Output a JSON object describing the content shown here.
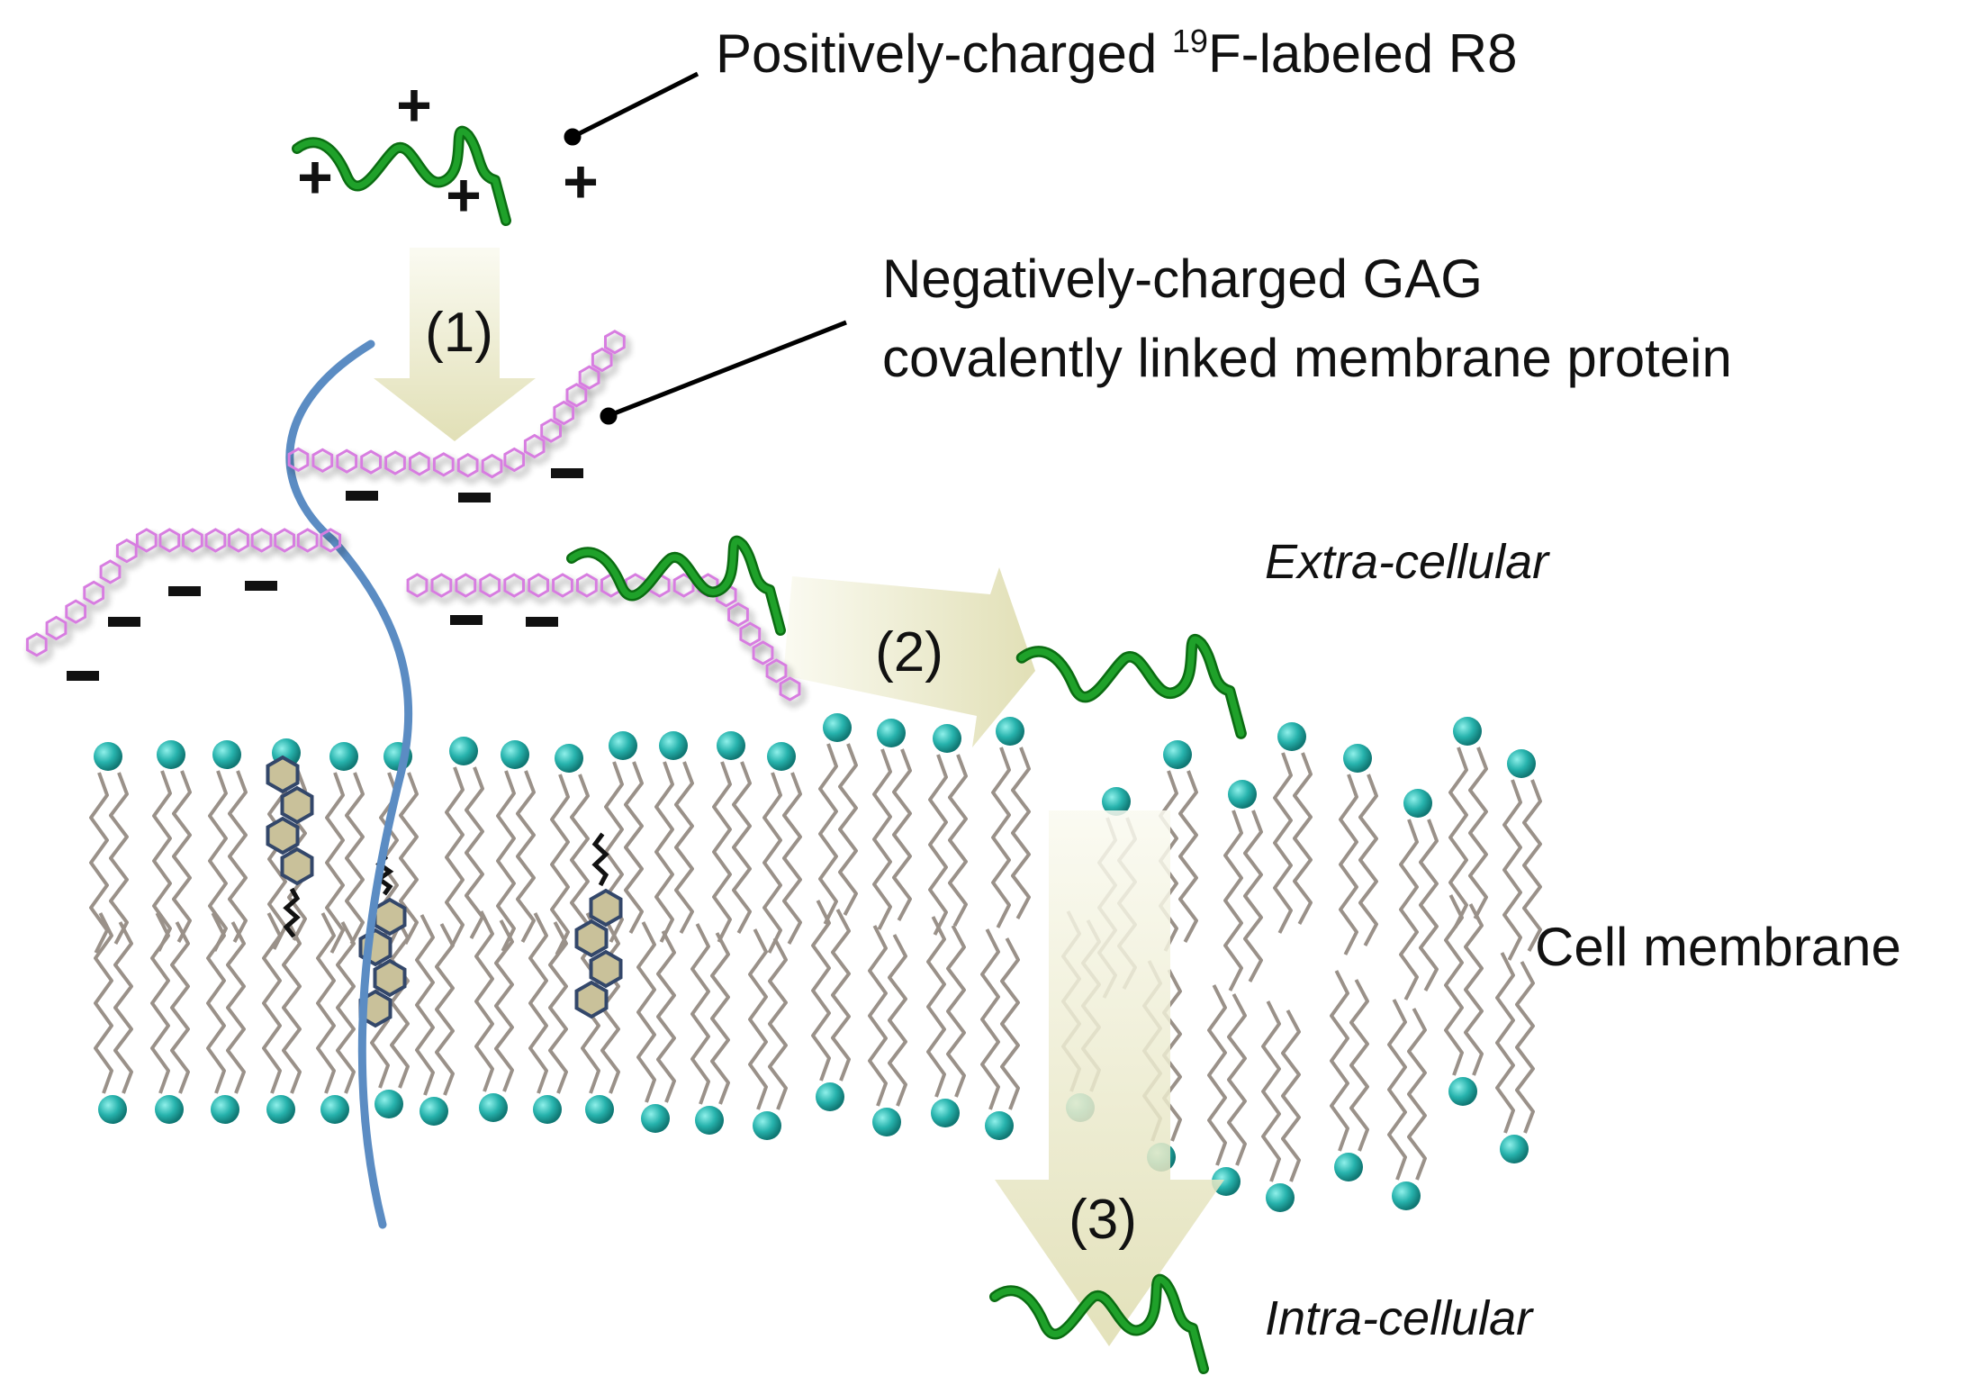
{
  "labels": {
    "peptide_prefix": "Positively-charged ",
    "peptide_sup": "19",
    "peptide_suffix": "F-labeled R8",
    "gag_line1": "Negatively-charged GAG",
    "gag_line2": "covalently linked membrane protein",
    "extra": "Extra-cellular",
    "membrane": "Cell membrane",
    "intra": "Intra-cellular"
  },
  "steps": {
    "step1": "(1)",
    "step2": "(2)",
    "step3": "(3)"
  },
  "symbols": {
    "plus": "+"
  },
  "colors": {
    "peptide": "#1fa12a",
    "gag": "#d77de0",
    "head": "#2fb9b4",
    "tail": "#9a9189",
    "protein": "#5b8cc3",
    "arrow": "#e9e8c4",
    "sterol": "#c9c19a"
  }
}
